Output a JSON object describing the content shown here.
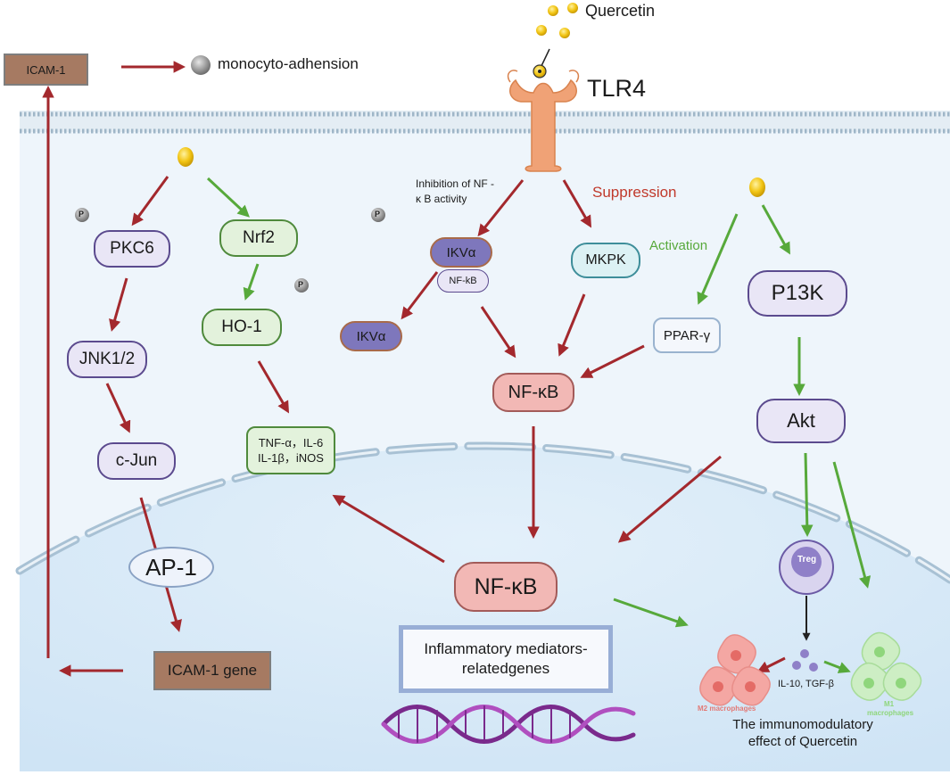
{
  "diagram": {
    "top_labels": {
      "quercetin": "Quercetin",
      "tlr4": "TLR4",
      "icam1_top": "ICAM-1",
      "monocyte": "monocyto-adhension"
    },
    "annotations": {
      "inhibition_line1": "Inhibition of NF -",
      "inhibition_line2": "κ B activity",
      "suppression": "Suppression",
      "activation": "Activation",
      "phospho": "P"
    },
    "left_pathway": {
      "pkc": "PKC6",
      "jnk": "JNK1/2",
      "cjun": "c-Jun",
      "ap1": "AP-1",
      "icam_gene": "ICAM-1 gene"
    },
    "nrf_pathway": {
      "nrf2": "Nrf2",
      "ho1": "HO-1",
      "cytokines_line1": "TNF-α，IL-6",
      "cytokines_line2": "IL-1β，iNOS"
    },
    "middle_pathway": {
      "ikv_complex": "IKVα",
      "nfkb_small": "NF-kB",
      "ikv_free": "IKVα",
      "mkpk": "MKPK",
      "nfkb_cyto": "NF-κB",
      "ppar": "PPAR-γ",
      "nfkb_nucleus": "NF-κB",
      "mediators_line1": "Inflammatory mediators-",
      "mediators_line2": "relatedgenes"
    },
    "right_pathway": {
      "pi3k": "P13K",
      "akt": "Akt",
      "treg": "Treg",
      "cytokines": "IL-10, TGF-β",
      "m2": "M2 macrophages",
      "m1_line1": "M1",
      "m1_line2": "macrophages",
      "caption_line1": "The immunomodulatory",
      "caption_line2": "effect of Quercetin"
    },
    "colors": {
      "inhibit_arrow": "#a3282d",
      "activate_arrow": "#57a93b",
      "cell_bg": "#eef5fb",
      "membrane": "#9fb6c8",
      "quercetin": "#f2c514",
      "receptor": "#f0a276",
      "nfkb_fill": "#f2b8b5",
      "icam_box": "#a67a62"
    }
  }
}
